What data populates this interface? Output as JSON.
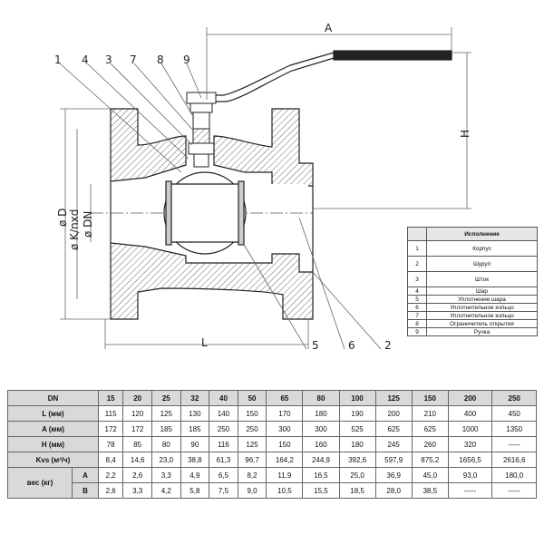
{
  "callouts": [
    "1",
    "4",
    "3",
    "7",
    "8",
    "9",
    "5",
    "6",
    "2"
  ],
  "dims": {
    "A": "A",
    "H": "H",
    "L": "L",
    "D": "ø D",
    "K": "ø K/nxd",
    "DN": "ø DN"
  },
  "parts": {
    "header": "Исполнение",
    "rows": [
      {
        "n": "1",
        "name": "Корпус"
      },
      {
        "n": "2",
        "name": "Шуруп"
      },
      {
        "n": "3",
        "name": "Шток"
      },
      {
        "n": "4",
        "name": "Шар"
      },
      {
        "n": "5",
        "name": "Уплотнение шара"
      },
      {
        "n": "6",
        "name": "Уплотнительное кольцо"
      },
      {
        "n": "7",
        "name": "Уплотнительное кольцо"
      },
      {
        "n": "8",
        "name": "Ограничитель открытия"
      },
      {
        "n": "9",
        "name": "Ручка"
      }
    ]
  },
  "specs": {
    "dn_label": "DN",
    "dn": [
      "15",
      "20",
      "25",
      "32",
      "40",
      "50",
      "65",
      "80",
      "100",
      "125",
      "150",
      "200",
      "250"
    ],
    "rows": [
      {
        "label": "L (мм)",
        "values": [
          "115",
          "120",
          "125",
          "130",
          "140",
          "150",
          "170",
          "180",
          "190",
          "200",
          "210",
          "400",
          "450"
        ]
      },
      {
        "label": "A (мм)",
        "values": [
          "172",
          "172",
          "185",
          "185",
          "250",
          "250",
          "300",
          "300",
          "525",
          "625",
          "625",
          "1000",
          "1350"
        ]
      },
      {
        "label": "H (мм)",
        "values": [
          "78",
          "85",
          "80",
          "90",
          "116",
          "125",
          "150",
          "160",
          "180",
          "245",
          "260",
          "320",
          "-----"
        ]
      },
      {
        "label": "Kvs (м³/ч)",
        "values": [
          "8,4",
          "14,6",
          "23,0",
          "38,8",
          "61,3",
          "96,7",
          "164,2",
          "244,9",
          "392,6",
          "597,9",
          "875,2",
          "1656,5",
          "2616,6"
        ]
      }
    ],
    "weight_label": "вес (кг)",
    "weight": [
      {
        "sub": "A",
        "values": [
          "2,2",
          "2,6",
          "3,3",
          "4,9",
          "6,5",
          "8,2",
          "11,9",
          "16,5",
          "25,0",
          "36,9",
          "45,0",
          "93,0",
          "180,0"
        ]
      },
      {
        "sub": "B",
        "values": [
          "2,6",
          "3,3",
          "4,2",
          "5,8",
          "7,5",
          "9,0",
          "10,5",
          "15,5",
          "18,5",
          "28,0",
          "38,5",
          "-----",
          "-----"
        ]
      }
    ]
  }
}
